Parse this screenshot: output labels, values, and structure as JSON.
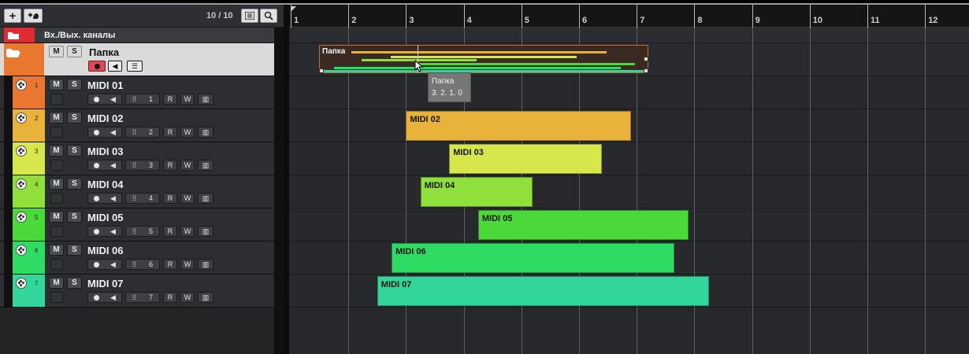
{
  "toolbar": {
    "track_count": "10 / 10"
  },
  "tracks": {
    "io": {
      "name": "Вх./Вых. каналы",
      "color": "#e02c31"
    },
    "folder": {
      "name": "Папка",
      "color": "#e9772f",
      "mute": "M",
      "solo": "S"
    },
    "midi": [
      {
        "num": "1",
        "name": "MIDI 01",
        "channel": "1",
        "color": "#e9772f"
      },
      {
        "num": "2",
        "name": "MIDI 02",
        "channel": "2",
        "color": "#e8b23b"
      },
      {
        "num": "3",
        "name": "MIDI 03",
        "channel": "3",
        "color": "#d7e64a"
      },
      {
        "num": "4",
        "name": "MIDI 04",
        "channel": "4",
        "color": "#8fe03a"
      },
      {
        "num": "5",
        "name": "MIDI 05",
        "channel": "5",
        "color": "#4bd93a"
      },
      {
        "num": "6",
        "name": "MIDI 06",
        "channel": "6",
        "color": "#2fdc63"
      },
      {
        "num": "7",
        "name": "MIDI 07",
        "channel": "7",
        "color": "#33d69a"
      }
    ],
    "mute_label": "M",
    "solo_label": "S",
    "read_label": "R",
    "write_label": "W"
  },
  "ruler": {
    "bars": [
      "1",
      "2",
      "3",
      "4",
      "5",
      "6",
      "7",
      "8",
      "9",
      "10",
      "11",
      "12"
    ]
  },
  "events": {
    "folder": {
      "label": "Папка"
    },
    "midi": [
      {
        "label": "MIDI 02"
      },
      {
        "label": "MIDI 03"
      },
      {
        "label": "MIDI 04"
      },
      {
        "label": "MIDI 05"
      },
      {
        "label": "MIDI 06"
      },
      {
        "label": "MIDI 07"
      }
    ]
  },
  "tooltip": {
    "line1": "Папка",
    "line2": "3. 2. 1.  0"
  },
  "colors": {
    "selection_border": "#c46a36",
    "grid": "#5e5f63"
  }
}
